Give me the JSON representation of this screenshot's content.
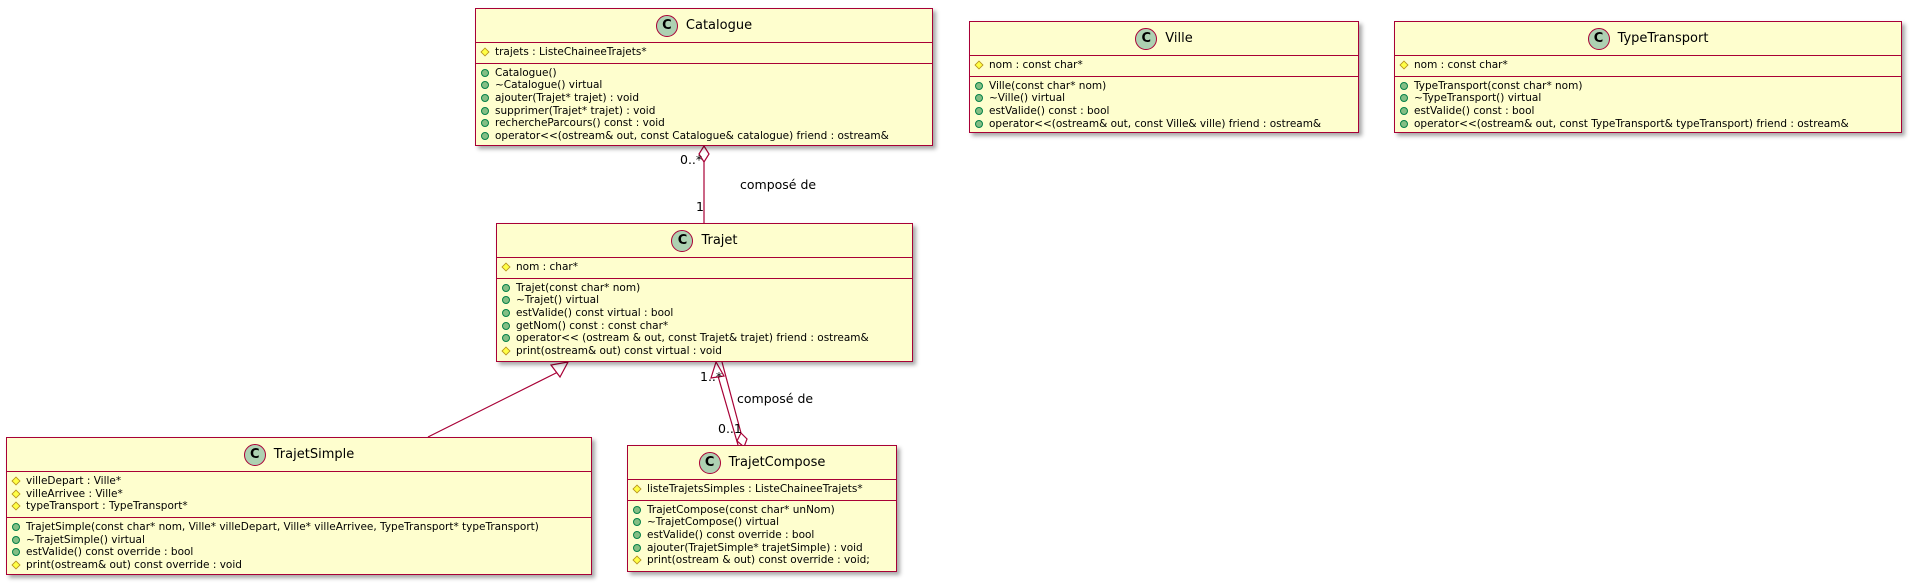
{
  "classes": {
    "catalogue": {
      "badge": "C",
      "name": "Catalogue",
      "attributes": [
        {
          "vis": "protected",
          "text": "trajets : ListeChaineeTrajets*"
        }
      ],
      "methods": [
        {
          "vis": "public",
          "text": "Catalogue()"
        },
        {
          "vis": "public",
          "text": "~Catalogue() virtual"
        },
        {
          "vis": "public",
          "text": "ajouter(Trajet* trajet) : void"
        },
        {
          "vis": "public",
          "text": "supprimer(Trajet* trajet) : void"
        },
        {
          "vis": "public",
          "text": "rechercheParcours() const : void"
        },
        {
          "vis": "public",
          "text": "operator<<(ostream& out, const Catalogue& catalogue) friend : ostream&"
        }
      ]
    },
    "ville": {
      "badge": "C",
      "name": "Ville",
      "attributes": [
        {
          "vis": "protected",
          "text": "nom : const char*"
        }
      ],
      "methods": [
        {
          "vis": "public",
          "text": "Ville(const char* nom)"
        },
        {
          "vis": "public",
          "text": "~Ville() virtual"
        },
        {
          "vis": "public",
          "text": "estValide() const : bool"
        },
        {
          "vis": "public",
          "text": "operator<<(ostream& out, const Ville& ville) friend : ostream&"
        }
      ]
    },
    "typetransport": {
      "badge": "C",
      "name": "TypeTransport",
      "attributes": [
        {
          "vis": "protected",
          "text": "nom : const char*"
        }
      ],
      "methods": [
        {
          "vis": "public",
          "text": "TypeTransport(const char* nom)"
        },
        {
          "vis": "public",
          "text": "~TypeTransport() virtual"
        },
        {
          "vis": "public",
          "text": "estValide() const : bool"
        },
        {
          "vis": "public",
          "text": "operator<<(ostream& out, const TypeTransport& typeTransport) friend : ostream&"
        }
      ]
    },
    "trajet": {
      "badge": "C",
      "name": "Trajet",
      "attributes": [
        {
          "vis": "protected",
          "text": "nom : char*"
        }
      ],
      "methods": [
        {
          "vis": "public",
          "text": "Trajet(const char* nom)"
        },
        {
          "vis": "public",
          "text": "~Trajet() virtual"
        },
        {
          "vis": "public",
          "text": "estValide() const virtual : bool"
        },
        {
          "vis": "public",
          "text": "getNom() const : const char*"
        },
        {
          "vis": "public",
          "text": "operator<< (ostream & out, const Trajet& trajet) friend : ostream&"
        },
        {
          "vis": "protected",
          "text": "print(ostream& out) const virtual : void"
        }
      ]
    },
    "trajetsimple": {
      "badge": "C",
      "name": "TrajetSimple",
      "attributes": [
        {
          "vis": "protected",
          "text": "villeDepart : Ville*"
        },
        {
          "vis": "protected",
          "text": "villeArrivee : Ville*"
        },
        {
          "vis": "protected",
          "text": "typeTransport : TypeTransport*"
        }
      ],
      "methods": [
        {
          "vis": "public",
          "text": "TrajetSimple(const char* nom, Ville* villeDepart, Ville* villeArrivee, TypeTransport* typeTransport)"
        },
        {
          "vis": "public",
          "text": "~TrajetSimple() virtual"
        },
        {
          "vis": "public",
          "text": "estValide() const override : bool"
        },
        {
          "vis": "protected",
          "text": "print(ostream& out) const override : void"
        }
      ]
    },
    "trajetcompose": {
      "badge": "C",
      "name": "TrajetCompose",
      "attributes": [
        {
          "vis": "protected",
          "text": "listeTrajetsSimples : ListeChaineeTrajets*"
        }
      ],
      "methods": [
        {
          "vis": "public",
          "text": "TrajetCompose(const char* unNom)"
        },
        {
          "vis": "public",
          "text": "~TrajetCompose() virtual"
        },
        {
          "vis": "public",
          "text": "estValide() const override : bool"
        },
        {
          "vis": "public",
          "text": "ajouter(TrajetSimple* trajetSimple) : void"
        },
        {
          "vis": "protected",
          "text": "print(ostream & out) const override : void;"
        }
      ]
    }
  },
  "relations": {
    "catalogue_trajet": {
      "label": "composé de",
      "mult_from": "0..*",
      "mult_to": "1"
    },
    "trajet_compose": {
      "label": "composé de",
      "mult_from": "1..*",
      "mult_to": "0..1"
    }
  },
  "colors": {
    "class_fill": "#FEFECE",
    "border": "#A80036",
    "badge_fill": "#ADD1B2",
    "public_fill": "#84BE84",
    "protected_fill": "#FFFF44"
  }
}
